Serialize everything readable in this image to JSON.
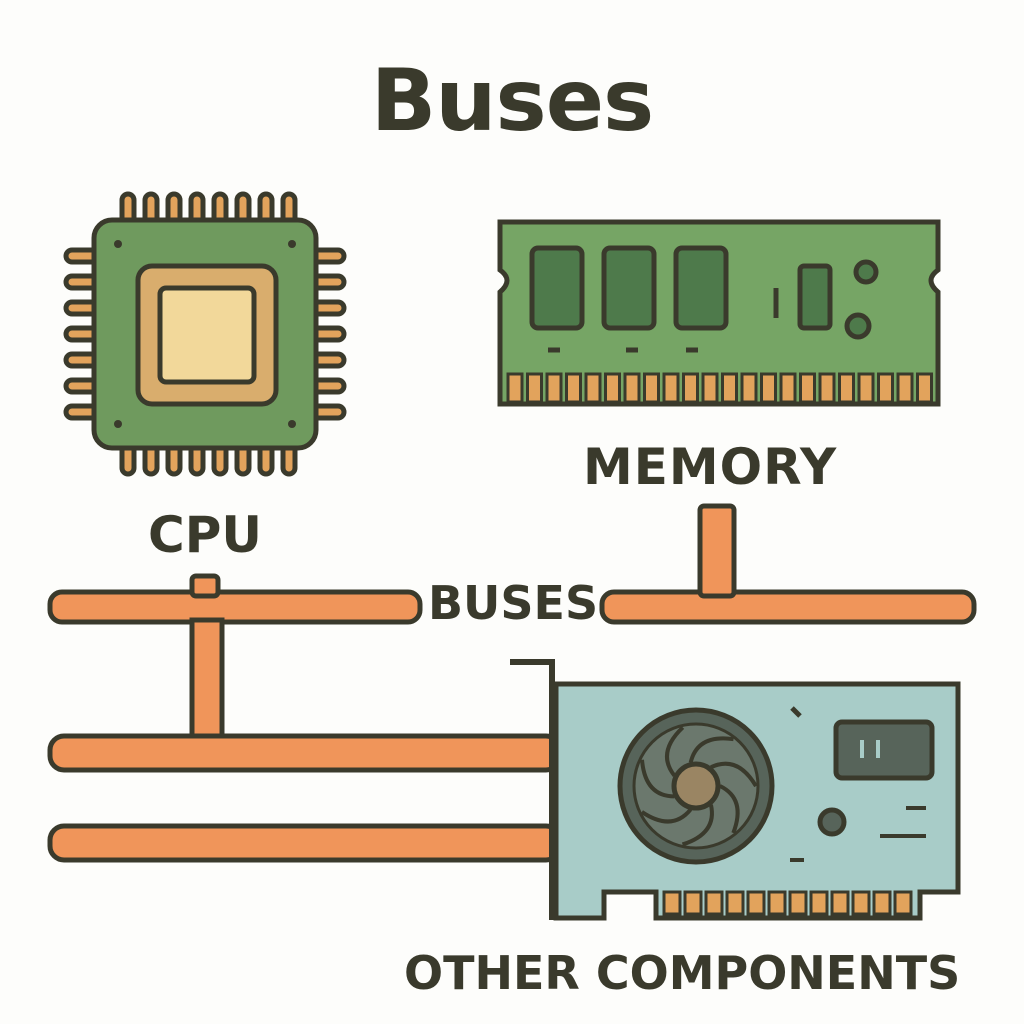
{
  "title": "Buses",
  "labels": {
    "cpu": "CPU",
    "memory": "MEMORY",
    "buses": "BUSES",
    "other": "OTHER COMPONENTS"
  },
  "colors": {
    "outline": "#3a3a2c",
    "chip_green": "#6f9a5e",
    "chip_core": "#f2d89a",
    "chip_core_ring": "#d9ad6d",
    "ram_green": "#76a565",
    "ram_chip": "#4e7a4b",
    "contact_gold": "#e2a35c",
    "bus_orange": "#f0955a",
    "card_blue": "#a8ccc8",
    "fan_dark": "#57645a",
    "fan_hub": "#9a8563",
    "text": "#3a3a2c"
  },
  "icons": [
    "cpu-chip-icon",
    "memory-module-icon",
    "expansion-card-icon",
    "fan-icon"
  ]
}
